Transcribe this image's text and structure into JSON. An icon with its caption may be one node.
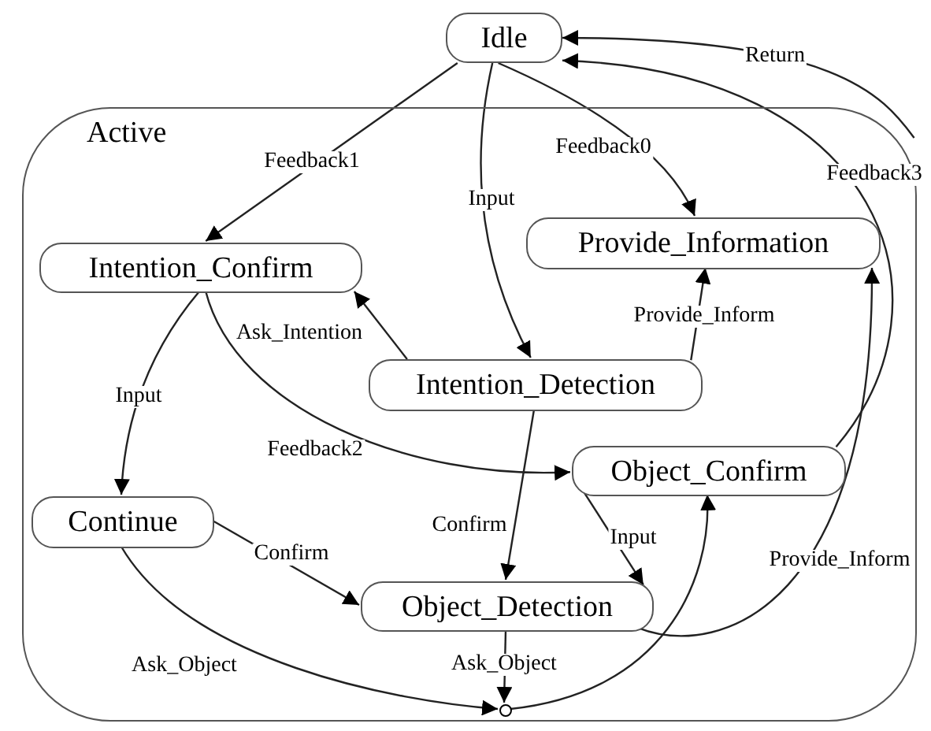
{
  "diagram": {
    "nodes": [
      {
        "text": [
          "Idle"
        ]
      },
      {
        "text": [
          "Active"
        ]
      },
      {
        "text": [
          "Intention_Confirm"
        ],
        "in": 1
      },
      {
        "text": [
          "Provide_Information"
        ],
        "in": 1
      },
      {
        "text": [
          "Intention_Detection"
        ],
        "in": 1
      },
      {
        "text": [
          "Object_Confirm"
        ],
        "in": 1
      },
      {
        "text": [
          "Continue"
        ],
        "in": 1
      },
      {
        "text": [
          "Object_Detection"
        ],
        "in": 1
      },
      {
        "text": [],
        "shape": "circle",
        "in": 1
      }
    ],
    "edges": [
      {
        "from": 0,
        "to": 2,
        "arrow": "to",
        "label": "Feedback1"
      },
      {
        "from": 0,
        "to": 3,
        "arrow": "to",
        "label": "Feedback0"
      },
      {
        "from": 0,
        "to": 4,
        "arrow": "to",
        "label": "Input"
      },
      {
        "from": 1,
        "to": 0,
        "arrow": "to",
        "label": "Return"
      },
      {
        "from": 5,
        "to": 0,
        "arrow": "to",
        "label": "Feedback3"
      },
      {
        "from": 4,
        "to": 3,
        "arrow": "to",
        "label": "Provide_Inform"
      },
      {
        "from": 4,
        "to": 2,
        "arrow": "to",
        "label": "Ask_Intention"
      },
      {
        "from": 2,
        "to": 6,
        "arrow": "to",
        "label": "Input"
      },
      {
        "from": 2,
        "to": 5,
        "arrow": "to",
        "label": "Feedback2"
      },
      {
        "from": 4,
        "to": 7,
        "arrow": "to",
        "label": "Confirm"
      },
      {
        "from": 6,
        "to": 7,
        "arrow": "to",
        "label": "Confirm"
      },
      {
        "from": 5,
        "to": 7,
        "arrow": "to",
        "label": "Input"
      },
      {
        "from": 7,
        "to": 3,
        "arrow": "to",
        "label": "Provide_Inform"
      },
      {
        "from": 6,
        "to": 8,
        "arrow": "to",
        "label": "Ask_Object"
      },
      {
        "from": 7,
        "to": 8,
        "arrow": "to",
        "label": "Ask_Object"
      },
      {
        "from": 8,
        "to": 5,
        "arrow": "to"
      }
    ]
  }
}
